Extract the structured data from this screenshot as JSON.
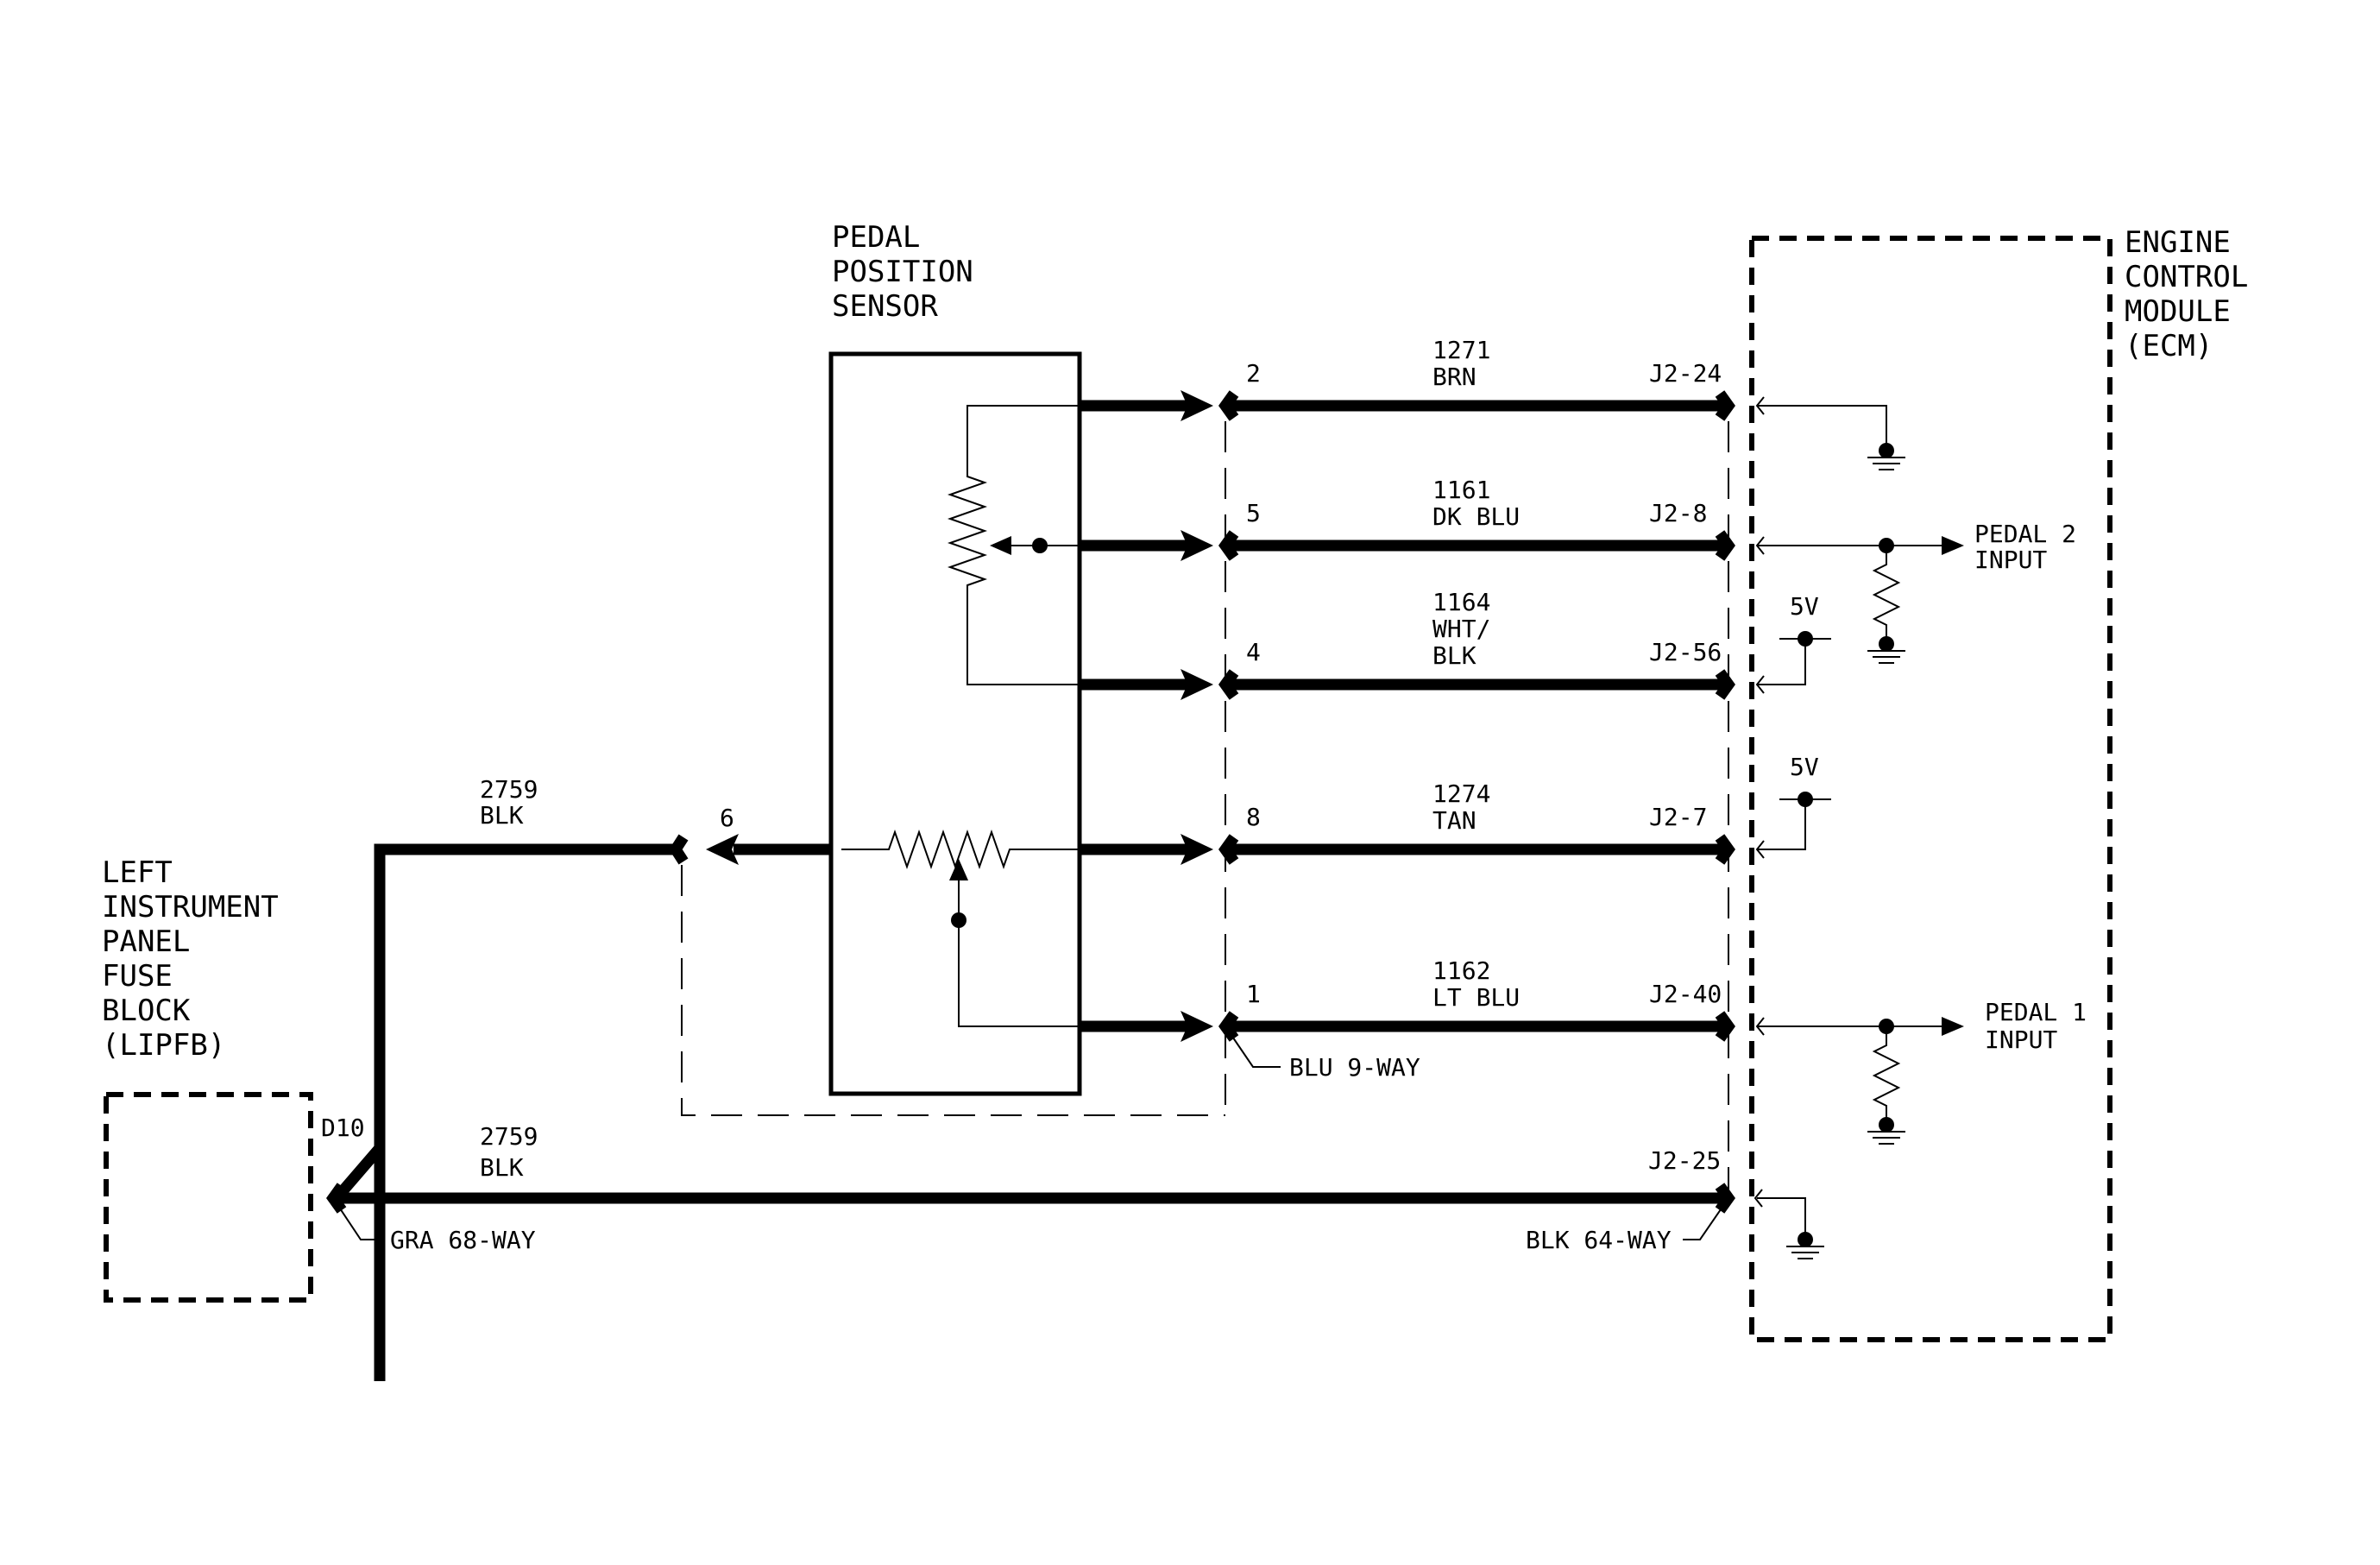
{
  "components": {
    "sensor": {
      "title": [
        "PEDAL",
        "POSITION",
        "SENSOR"
      ]
    },
    "ecm": {
      "title": [
        "ENGINE",
        "CONTROL",
        "MODULE",
        "(ECM)"
      ]
    },
    "lipfb": {
      "title": [
        "LEFT",
        "INSTRUMENT",
        "PANEL",
        "FUSE",
        "BLOCK",
        "(LIPFB)"
      ]
    }
  },
  "circuits": [
    {
      "circuit": "1271",
      "color": [
        "BRN"
      ],
      "sensor_pin": "2",
      "ecm_pin": "J2-24"
    },
    {
      "circuit": "1161",
      "color": [
        "DK BLU"
      ],
      "sensor_pin": "5",
      "ecm_pin": "J2-8"
    },
    {
      "circuit": "1164",
      "color": [
        "WHT/",
        "BLK"
      ],
      "sensor_pin": "4",
      "ecm_pin": "J2-56"
    },
    {
      "circuit": "1274",
      "color": [
        "TAN"
      ],
      "sensor_pin": "8",
      "ecm_pin": "J2-7"
    },
    {
      "circuit": "1162",
      "color": [
        "LT BLU"
      ],
      "sensor_pin": "1",
      "ecm_pin": "J2-40"
    }
  ],
  "ground_feed": {
    "upper": {
      "circuit": "2759",
      "color": "BLK",
      "sensor_pin": "6"
    },
    "lower": {
      "circuit": "2759",
      "color": "BLK",
      "fuse_pin": "D10",
      "ecm_pin": "J2-25"
    }
  },
  "connectors": {
    "sensor": "BLU 9-WAY",
    "fuse_block": "GRA 68-WAY",
    "ecm": "BLK 64-WAY"
  },
  "ecm_internal": {
    "ref_voltage": "5V",
    "pedal2_input": [
      "PEDAL 2",
      "INPUT"
    ],
    "pedal1_input": [
      "PEDAL 1",
      "INPUT"
    ]
  }
}
